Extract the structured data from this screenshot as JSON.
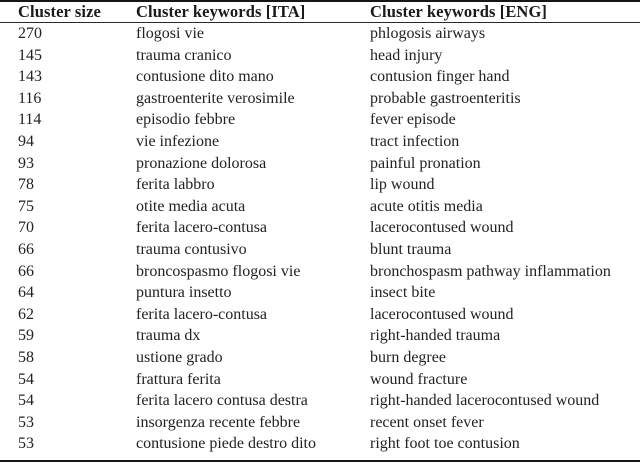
{
  "table": {
    "caption": "",
    "columns": [
      {
        "key": "cluster_size",
        "header": "Cluster size"
      },
      {
        "key": "keywords_ita",
        "header": "Cluster keywords [ITA]"
      },
      {
        "key": "keywords_eng",
        "header": "Cluster keywords [ENG]"
      }
    ],
    "rows": [
      {
        "cluster_size": "270",
        "keywords_ita": "flogosi vie",
        "keywords_eng": "phlogosis airways"
      },
      {
        "cluster_size": "145",
        "keywords_ita": "trauma cranico",
        "keywords_eng": "head injury"
      },
      {
        "cluster_size": "143",
        "keywords_ita": "contusione dito mano",
        "keywords_eng": "contusion finger hand"
      },
      {
        "cluster_size": "116",
        "keywords_ita": "gastroenterite verosimile",
        "keywords_eng": "probable gastroenteritis"
      },
      {
        "cluster_size": "114",
        "keywords_ita": "episodio febbre",
        "keywords_eng": "fever episode"
      },
      {
        "cluster_size": "94",
        "keywords_ita": "vie infezione",
        "keywords_eng": "tract infection"
      },
      {
        "cluster_size": "93",
        "keywords_ita": "pronazione dolorosa",
        "keywords_eng": "painful pronation"
      },
      {
        "cluster_size": "78",
        "keywords_ita": "ferita labbro",
        "keywords_eng": "lip wound"
      },
      {
        "cluster_size": "75",
        "keywords_ita": "otite media acuta",
        "keywords_eng": "acute otitis media"
      },
      {
        "cluster_size": "70",
        "keywords_ita": "ferita lacero-contusa",
        "keywords_eng": "lacerocontused wound"
      },
      {
        "cluster_size": "66",
        "keywords_ita": "trauma contusivo",
        "keywords_eng": "blunt trauma"
      },
      {
        "cluster_size": "66",
        "keywords_ita": "broncospasmo flogosi vie",
        "keywords_eng": "bronchospasm pathway inflammation"
      },
      {
        "cluster_size": "64",
        "keywords_ita": "puntura insetto",
        "keywords_eng": "insect bite"
      },
      {
        "cluster_size": "62",
        "keywords_ita": "ferita lacero-contusa",
        "keywords_eng": "lacerocontused wound"
      },
      {
        "cluster_size": "59",
        "keywords_ita": "trauma dx",
        "keywords_eng": "right-handed trauma"
      },
      {
        "cluster_size": "58",
        "keywords_ita": "ustione grado",
        "keywords_eng": "burn degree"
      },
      {
        "cluster_size": "54",
        "keywords_ita": "frattura ferita",
        "keywords_eng": "wound fracture"
      },
      {
        "cluster_size": "54",
        "keywords_ita": "ferita lacero contusa destra",
        "keywords_eng": "right-handed lacerocontused wound"
      },
      {
        "cluster_size": "53",
        "keywords_ita": "insorgenza recente febbre",
        "keywords_eng": "recent onset fever"
      },
      {
        "cluster_size": "53",
        "keywords_ita": "contusione piede destro dito",
        "keywords_eng": "right foot toe contusion"
      }
    ]
  },
  "style": {
    "rule_color": "#161616",
    "text_color": "#222222",
    "background": "#ffffff"
  }
}
